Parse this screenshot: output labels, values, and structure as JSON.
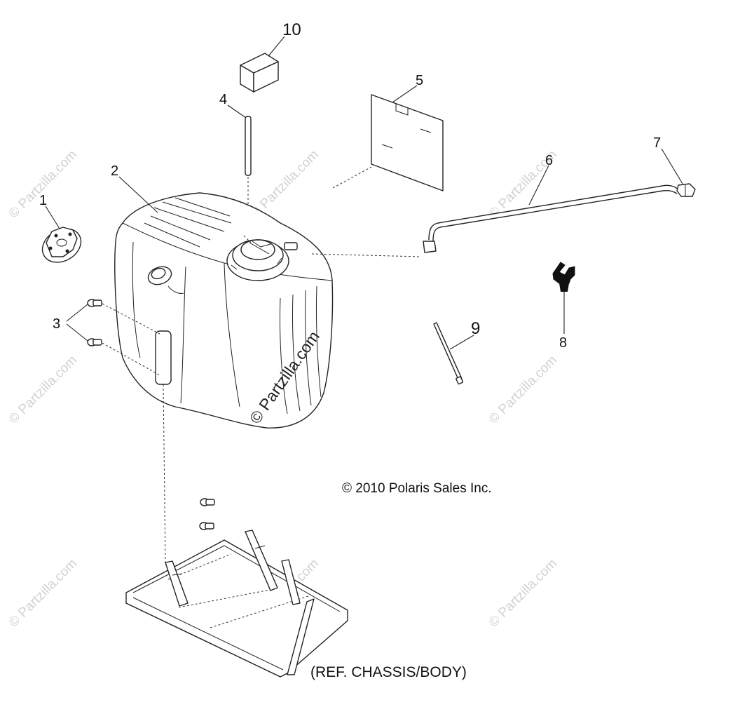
{
  "diagram": {
    "copyright": "© 2010 Polaris Sales Inc.",
    "reference_note": "(REF. CHASSIS/BODY)",
    "watermark_text": "© Partzilla.com",
    "center_watermark_text": "© Partzilla.com",
    "callouts": {
      "c1": "1",
      "c2": "2",
      "c3": "3",
      "c4": "4",
      "c5": "5",
      "c6": "6",
      "c7": "7",
      "c8": "8",
      "c9": "9",
      "c10": "10"
    }
  }
}
